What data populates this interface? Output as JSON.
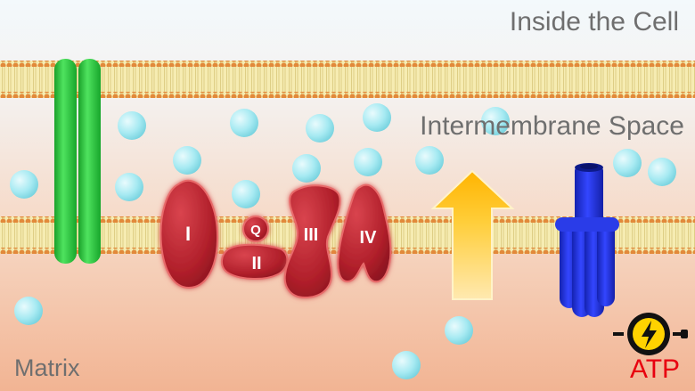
{
  "labels": {
    "inside": "Inside the Cell",
    "intermembrane": "Intermembrane Space",
    "matrix": "Matrix"
  },
  "complexes": {
    "c1": "I",
    "q": "Q",
    "c2": "II",
    "c3": "III",
    "c4": "IV"
  },
  "atp": {
    "label": "ATP"
  },
  "colors": {
    "membrane_head": "#e08a3c",
    "membrane_tail": "#f3e7a6",
    "complex_fill": "#b3202c",
    "channel": "#22c63a",
    "atp_synthase": "#1f2fd6",
    "proton": "#9be7ef",
    "arrow": "#ffc21a",
    "atp_text": "#e8000f"
  }
}
